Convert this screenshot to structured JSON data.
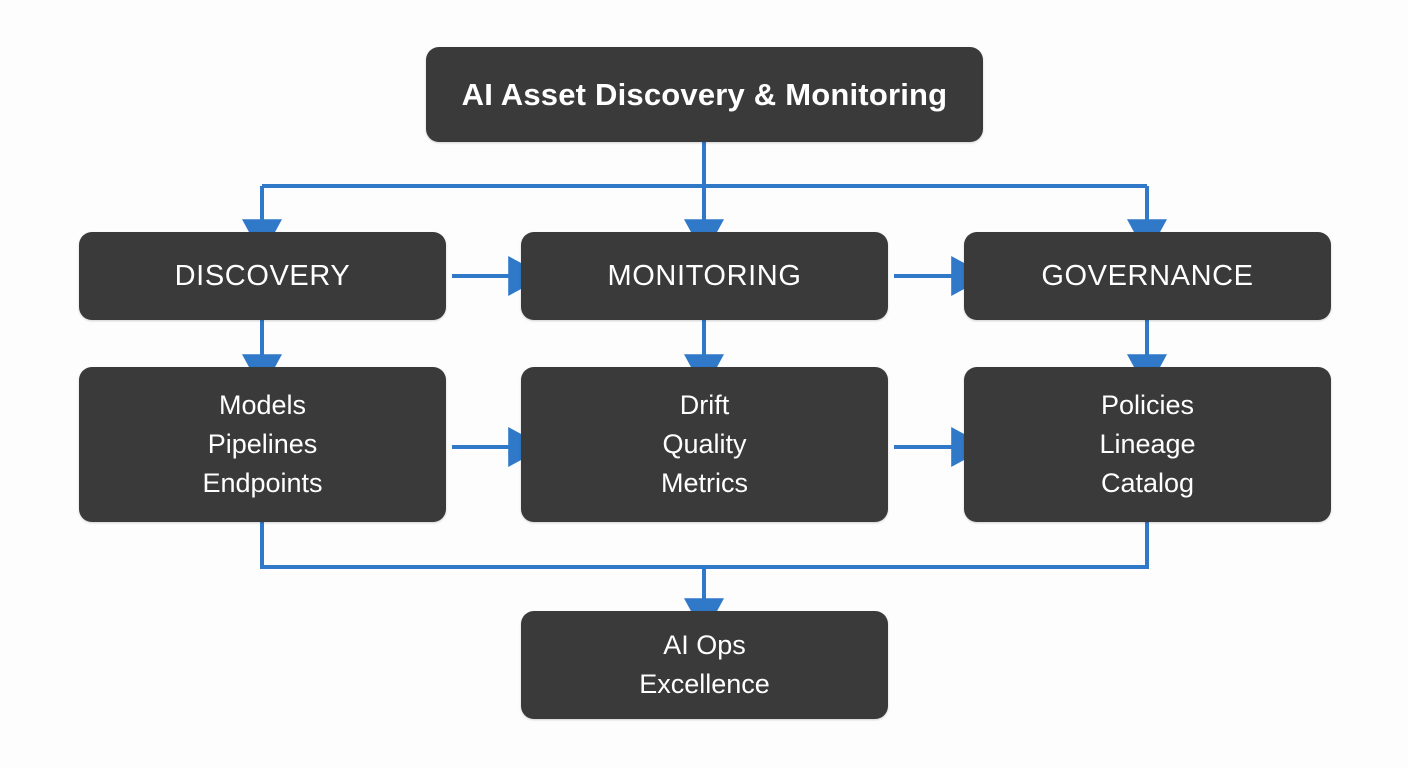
{
  "diagram": {
    "title": "AI Asset Discovery & Monitoring",
    "theme": {
      "background": "#fdfdfd",
      "node_fill": "#3a3a3a",
      "node_text": "#ffffff",
      "connector": "#3079c8"
    },
    "header": {
      "label": "AI Asset Discovery & Monitoring"
    },
    "pillars": [
      {
        "label": "DISCOVERY"
      },
      {
        "label": "MONITORING"
      },
      {
        "label": "GOVERNANCE"
      }
    ],
    "details": [
      {
        "lines": [
          "Models",
          "Pipelines",
          "Endpoints"
        ]
      },
      {
        "lines": [
          "Drift",
          "Quality",
          "Metrics"
        ]
      },
      {
        "lines": [
          "Policies",
          "Lineage",
          "Catalog"
        ]
      }
    ],
    "outcome": {
      "lines": [
        "AI Ops",
        "Excellence"
      ]
    },
    "connectors": [
      {
        "from": "AI Asset Discovery & Monitoring",
        "to": "DISCOVERY",
        "style": "elbow-down"
      },
      {
        "from": "AI Asset Discovery & Monitoring",
        "to": "MONITORING",
        "style": "straight-down"
      },
      {
        "from": "AI Asset Discovery & Monitoring",
        "to": "GOVERNANCE",
        "style": "elbow-down"
      },
      {
        "from": "DISCOVERY",
        "to": "MONITORING",
        "style": "straight-right"
      },
      {
        "from": "MONITORING",
        "to": "GOVERNANCE",
        "style": "straight-right"
      },
      {
        "from": "DISCOVERY",
        "to": "Models Pipelines Endpoints",
        "style": "straight-down"
      },
      {
        "from": "MONITORING",
        "to": "Drift Quality Metrics",
        "style": "straight-down"
      },
      {
        "from": "GOVERNANCE",
        "to": "Policies Lineage Catalog",
        "style": "straight-down"
      },
      {
        "from": "Models Pipelines Endpoints",
        "to": "Drift Quality Metrics",
        "style": "straight-right"
      },
      {
        "from": "Drift Quality Metrics",
        "to": "Policies Lineage Catalog",
        "style": "straight-right"
      },
      {
        "from": "Models Pipelines Endpoints",
        "to": "AI Ops Excellence",
        "style": "elbow-merge"
      },
      {
        "from": "Policies Lineage Catalog",
        "to": "AI Ops Excellence",
        "style": "elbow-merge"
      }
    ]
  }
}
